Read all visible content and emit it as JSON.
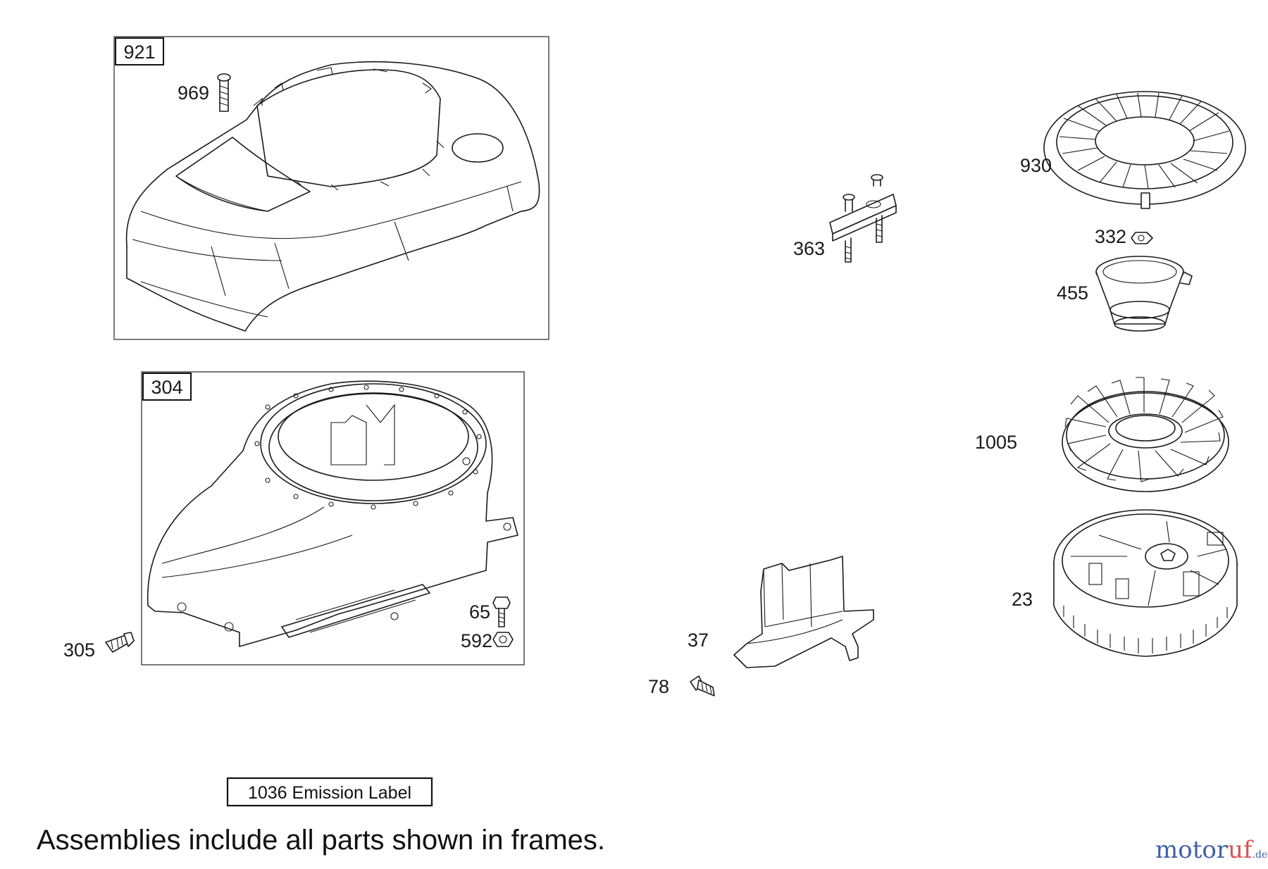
{
  "frames": [
    {
      "id": "921"
    },
    {
      "id": "304"
    }
  ],
  "callouts": {
    "p969": "969",
    "p305": "305",
    "p65": "65",
    "p592": "592",
    "p363": "363",
    "p37": "37",
    "p78": "78",
    "p930": "930",
    "p332": "332",
    "p455": "455",
    "p1005": "1005",
    "p23": "23"
  },
  "emission_label": "1036 Emission Label",
  "footer_note": "Assemblies include all parts shown in frames.",
  "watermark": {
    "part1": "motor",
    "part2": "uf",
    "part3": ".de"
  },
  "colors": {
    "watermark_blue": "#3f5fa8",
    "watermark_red": "#d9534f"
  }
}
